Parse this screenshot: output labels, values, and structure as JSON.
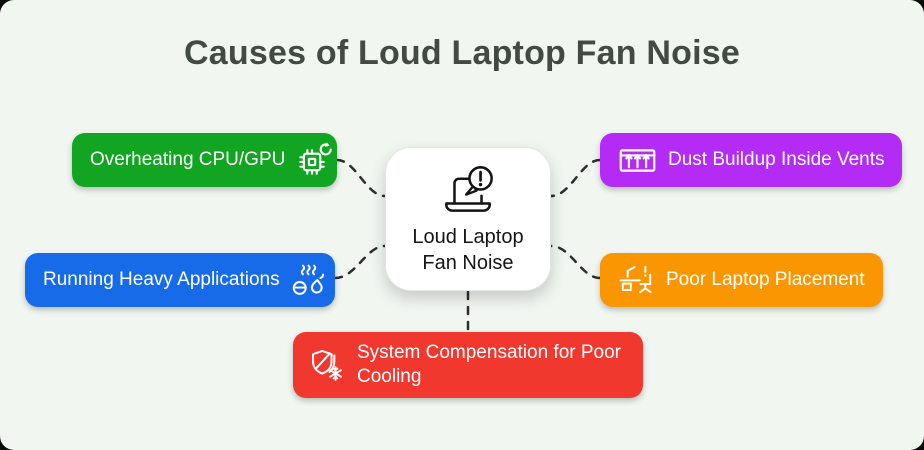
{
  "page": {
    "title": "Causes of Loud Laptop Fan Noise",
    "background_color": "#f1f6f1",
    "connector_color": "#2e2e2e"
  },
  "center": {
    "label_line1": "Loud Laptop",
    "label_line2": "Fan Noise",
    "icon": "laptop-alert-icon",
    "background_color": "#ffffff"
  },
  "causes": [
    {
      "label": "Overheating CPU/GPU",
      "icon": "cpu-overclock-icon",
      "color": "#12a522",
      "position": "top-left"
    },
    {
      "label": "Running Heavy Applications",
      "icon": "heat-steam-icon",
      "color": "#176be8",
      "position": "left"
    },
    {
      "label": "Dust Buildup Inside Vents",
      "icon": "vent-dust-icon",
      "color": "#b32bf5",
      "position": "top-right"
    },
    {
      "label": "Poor Laptop Placement",
      "icon": "desk-workspace-icon",
      "color": "#fb9603",
      "position": "right"
    },
    {
      "label": "System Compensation for Poor Cooling",
      "icon": "shield-snowflake-icon",
      "color": "#f1382f",
      "position": "bottom"
    }
  ]
}
